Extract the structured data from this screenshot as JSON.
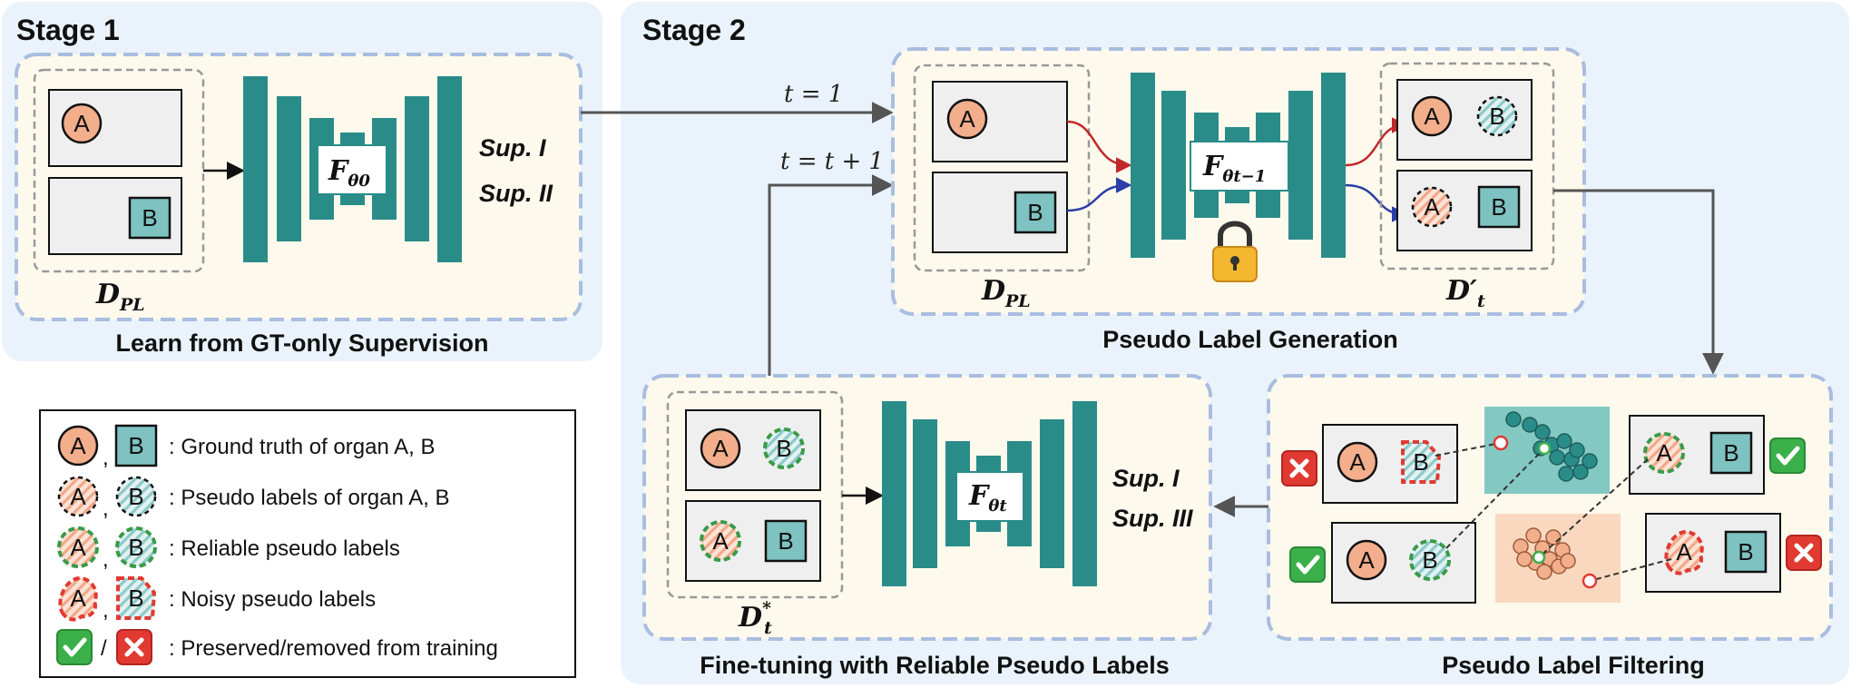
{
  "stage1": {
    "title": "Stage 1",
    "caption": "Learn from GT-only Supervision",
    "network": "F",
    "network_sub": "θ0",
    "sup1": "Sup. I",
    "sup2": "Sup. II",
    "dataset": "D",
    "dataset_sub": "PL"
  },
  "stage2": {
    "title": "Stage 2",
    "t1": "t = 1",
    "tinc": "t = t + 1",
    "generation": {
      "caption": "Pseudo Label Generation",
      "network": "F",
      "network_sub": "θt−1",
      "dataset_in": "D",
      "dataset_in_sub": "PL",
      "dataset_out": "D′",
      "dataset_out_sub": "t"
    },
    "filtering": {
      "caption": "Pseudo Label Filtering"
    },
    "finetune": {
      "caption": "Fine-tuning with Reliable Pseudo Labels",
      "network": "F",
      "network_sub": "θt",
      "sup1": "Sup. I",
      "sup3": "Sup. III",
      "dataset": "D",
      "dataset_sub": "t",
      "dataset_sup": "*"
    }
  },
  "organs": {
    "a": "A",
    "b": "B"
  },
  "legend": {
    "gt": ": Ground truth of organ A, B",
    "pseudo": ": Pseudo labels of organ A, B",
    "reliable": ": Reliable pseudo labels",
    "noisy": ": Noisy pseudo labels",
    "preserved": ": Preserved/removed from training",
    "comma": ",",
    "slash": "/"
  },
  "colors": {
    "teal": "#2a8c89",
    "organ_a_fill": "#f3ae8c",
    "organ_b_fill": "#7fc2c2",
    "stage_bg": "#eaf3fb",
    "panel_bg": "#fdf9ec",
    "panel_border": "#a9bde0",
    "green": "#3bb04a",
    "red": "#e03a32"
  },
  "icons": [
    "check-icon",
    "cross-icon",
    "lock-icon"
  ]
}
